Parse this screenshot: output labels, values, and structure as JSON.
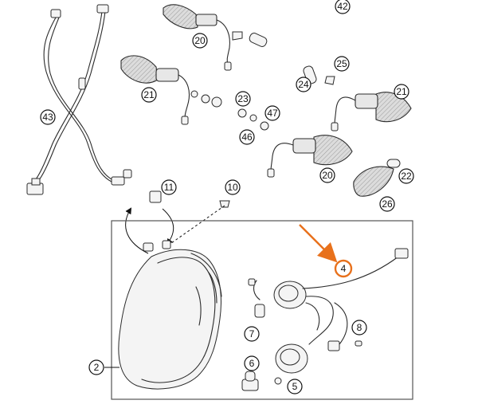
{
  "callouts": [
    {
      "id": "c42a",
      "label": "42"
    },
    {
      "id": "c20a",
      "label": "20"
    },
    {
      "id": "c21a",
      "label": "21"
    },
    {
      "id": "c25",
      "label": "25"
    },
    {
      "id": "c24",
      "label": "24"
    },
    {
      "id": "c21b",
      "label": "21"
    },
    {
      "id": "c23",
      "label": "23"
    },
    {
      "id": "c47",
      "label": "47"
    },
    {
      "id": "c46",
      "label": "46"
    },
    {
      "id": "c43",
      "label": "43"
    },
    {
      "id": "c20b",
      "label": "20"
    },
    {
      "id": "c22",
      "label": "22"
    },
    {
      "id": "c26",
      "label": "26"
    },
    {
      "id": "c11",
      "label": "11"
    },
    {
      "id": "c10",
      "label": "10"
    },
    {
      "id": "c4",
      "label": "4"
    },
    {
      "id": "c8",
      "label": "8"
    },
    {
      "id": "c7",
      "label": "7"
    },
    {
      "id": "c6",
      "label": "6"
    },
    {
      "id": "c5",
      "label": "5"
    },
    {
      "id": "c2",
      "label": "2"
    }
  ],
  "colors": {
    "highlight": "#e8711c",
    "line": "#2b2b2b",
    "background": "#ffffff"
  }
}
